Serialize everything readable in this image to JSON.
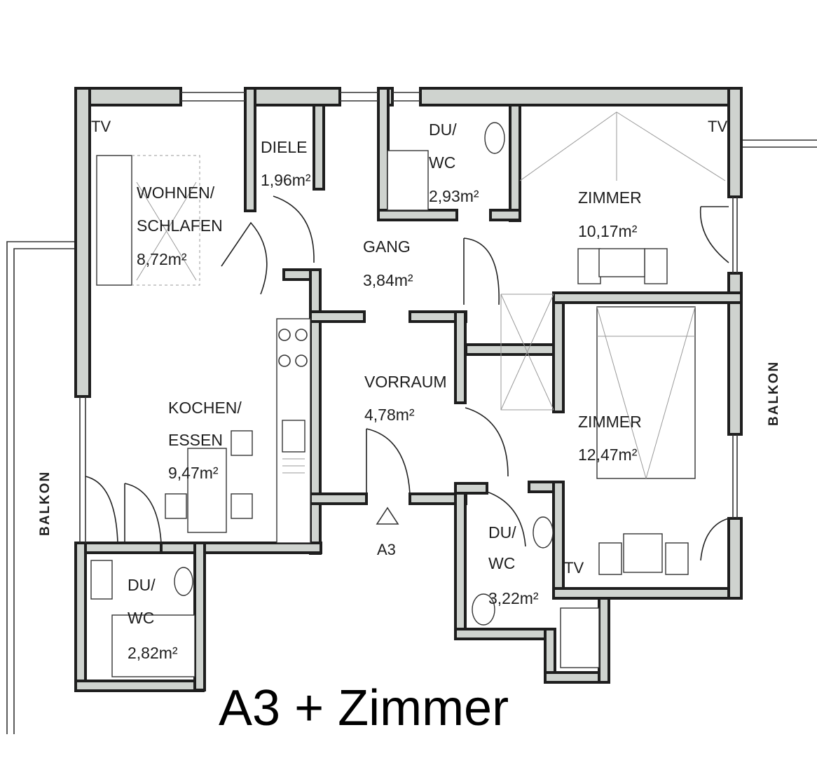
{
  "title": "A3 + Zimmer",
  "entrance_label": "A3",
  "balcony_left": "BALKON",
  "balcony_right": "BALKON",
  "tv_label": "TV",
  "rooms": {
    "wohnen": {
      "line1": "WOHNEN/",
      "line2": "SCHLAFEN",
      "area": "8,72m²"
    },
    "diele": {
      "line1": "DIELE",
      "area": "1,96m²"
    },
    "du_wc_top": {
      "line1": "DU/",
      "line2": "WC",
      "area": "2,93m²"
    },
    "zimmer_top": {
      "line1": "ZIMMER",
      "area": "10,17m²"
    },
    "gang": {
      "line1": "GANG",
      "area": "3,84m²"
    },
    "kochen": {
      "line1": "KOCHEN/",
      "line2": "ESSEN",
      "area": "9,47m²"
    },
    "vorraum": {
      "line1": "VORRAUM",
      "area": "4,78m²"
    },
    "zimmer_bottom": {
      "line1": "ZIMMER",
      "area": "12,47m²"
    },
    "du_wc_mid": {
      "line1": "DU/",
      "line2": "WC",
      "area": "3,22m²"
    },
    "du_wc_left": {
      "line1": "DU/",
      "line2": "WC",
      "area": "2,82m²"
    }
  }
}
